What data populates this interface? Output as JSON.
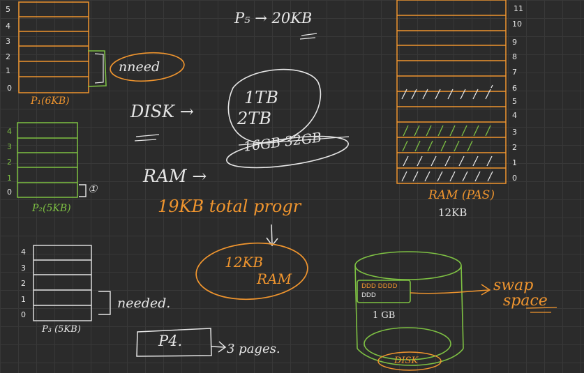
{
  "p1": {
    "caption": "P₁(6KB)",
    "indices": [
      "5",
      "4",
      "3",
      "2",
      "1",
      "0"
    ],
    "bracket_note": "nneed"
  },
  "p2": {
    "caption": "P₂(5KB)",
    "indices": [
      "4",
      "3",
      "2",
      "1",
      "0"
    ],
    "bracket_note": "①"
  },
  "p3": {
    "caption": "P₃ (5KB)",
    "indices": [
      "4",
      "3",
      "2",
      "1",
      "0"
    ],
    "bracket_note": "needed."
  },
  "p4_box": "P4.",
  "p4_note": "3 pages.",
  "p5_note": "P₅ → 20KB",
  "disk_label": "DISK →",
  "disk_sizes": [
    "1TB",
    "2TB"
  ],
  "ram_label": "RAM →",
  "ram_sizes": "16GB 32GB",
  "total_note": "19KB total progr",
  "ram_bubble": [
    "12KB",
    "RAM"
  ],
  "ram_frames": {
    "indices": [
      "11",
      "10",
      "9",
      "8",
      "7",
      "6",
      "5",
      "4",
      "3",
      "2",
      "1",
      "0"
    ],
    "title": "RAM (PAS)",
    "size": "12KB"
  },
  "disk_cylinder": {
    "blocks": [
      "DDD DDDD",
      "DDD"
    ],
    "size": "1 GB",
    "label": "DISK"
  },
  "swap_label": [
    "swap",
    "space"
  ],
  "colors": {
    "background": "#2b2b2b",
    "white_ink": "#e6e6e6",
    "orange_ink": "#f0952e",
    "green_ink": "#7ec143"
  }
}
